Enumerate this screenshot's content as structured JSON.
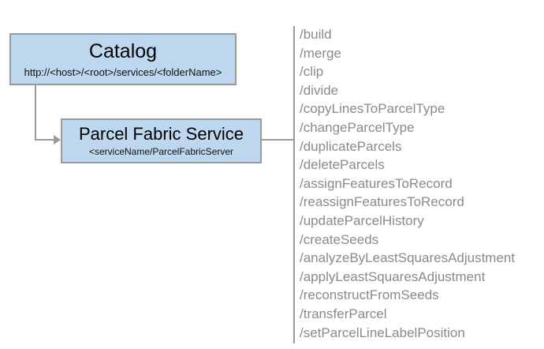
{
  "diagram": {
    "nodes": [
      {
        "name": "catalog",
        "title": "Catalog",
        "subtitle": "http://<host>/<root>/services/<folderName>"
      },
      {
        "name": "parcel-fabric-service",
        "title": "Parcel Fabric Service",
        "subtitle": "<serviceName/ParcelFabricServer"
      }
    ],
    "operations": [
      "/build",
      "/merge",
      "/clip",
      "/divide",
      "/copyLinesToParcelType",
      "/changeParcelType",
      "/duplicateParcels",
      "/deleteParcels",
      "/assignFeaturesToRecord",
      "/reassignFeaturesToRecord",
      "/updateParcelHistory",
      "/createSeeds",
      "/analyzeByLeastSquaresAdjustment",
      "/applyLeastSquaresAdjustment",
      "/reconstructFromSeeds",
      "/transferParcel",
      "/setParcelLineLabelPosition"
    ],
    "colors": {
      "node_fill": "#bdd7ee",
      "node_border": "#9a9a9a",
      "connector": "#9a9a9a",
      "operation_text": "#8a8a8a",
      "background": "#ffffff"
    }
  }
}
